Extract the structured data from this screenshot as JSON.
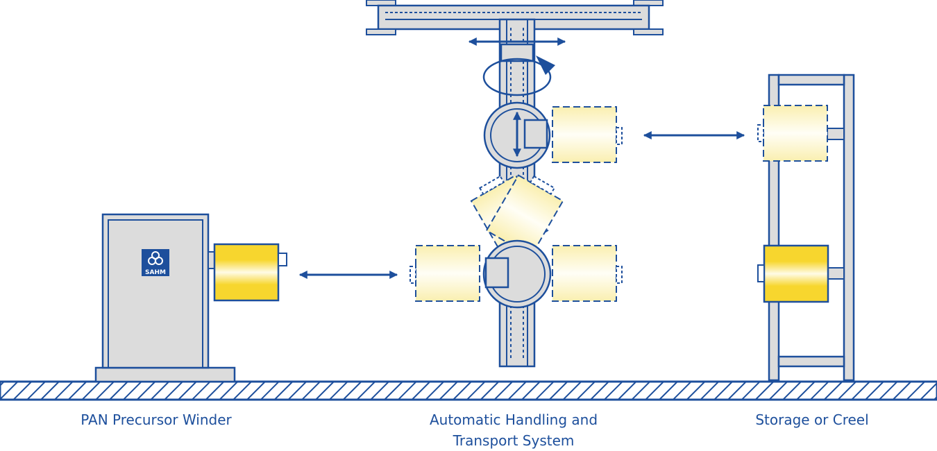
{
  "logo": {
    "text": "SAHM"
  },
  "captions": {
    "winder": "PAN Precursor Winder",
    "handling_line1": "Automatic Handling and",
    "handling_line2": "Transport System",
    "storage": "Storage or Creel"
  },
  "colors": {
    "outline": "#1d4f9c",
    "metal_fill": "#dcdcdc",
    "bobbin_yellow": "#f7d62e",
    "text": "#1d4f9c"
  }
}
